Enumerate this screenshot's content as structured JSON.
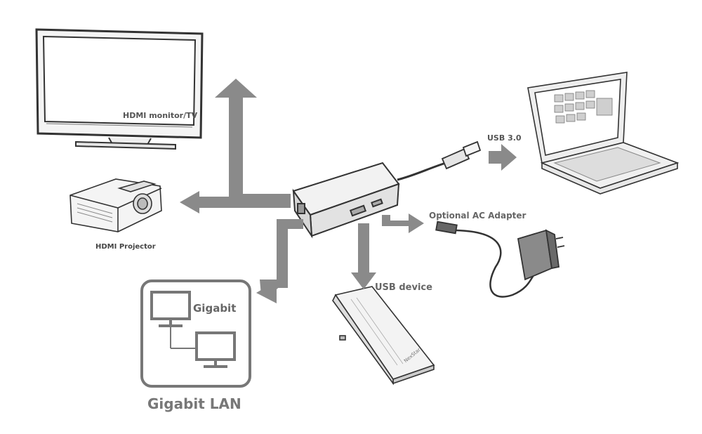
{
  "labels": {
    "hdmi_monitor": "HDMI monitor/TV",
    "usb_30": "USB 3.0",
    "ac_adapter": "Optional AC Adapter",
    "hdmi_projector": "HDMI Projector",
    "usb_device": "USB device",
    "gigabit": "Gigabit",
    "gigabit_lan": "Gigabit LAN",
    "drive_brand": "NexStar"
  },
  "colors": {
    "arrow": "#8a8a8a",
    "sketch": "#333333",
    "lan_frame": "#777777"
  },
  "icons": [
    "tv-monitor-icon",
    "projector-icon",
    "laptop-icon",
    "usb-hub-icon",
    "usb-cable-icon",
    "ac-adapter-icon",
    "hard-drive-icon",
    "network-computers-icon"
  ]
}
